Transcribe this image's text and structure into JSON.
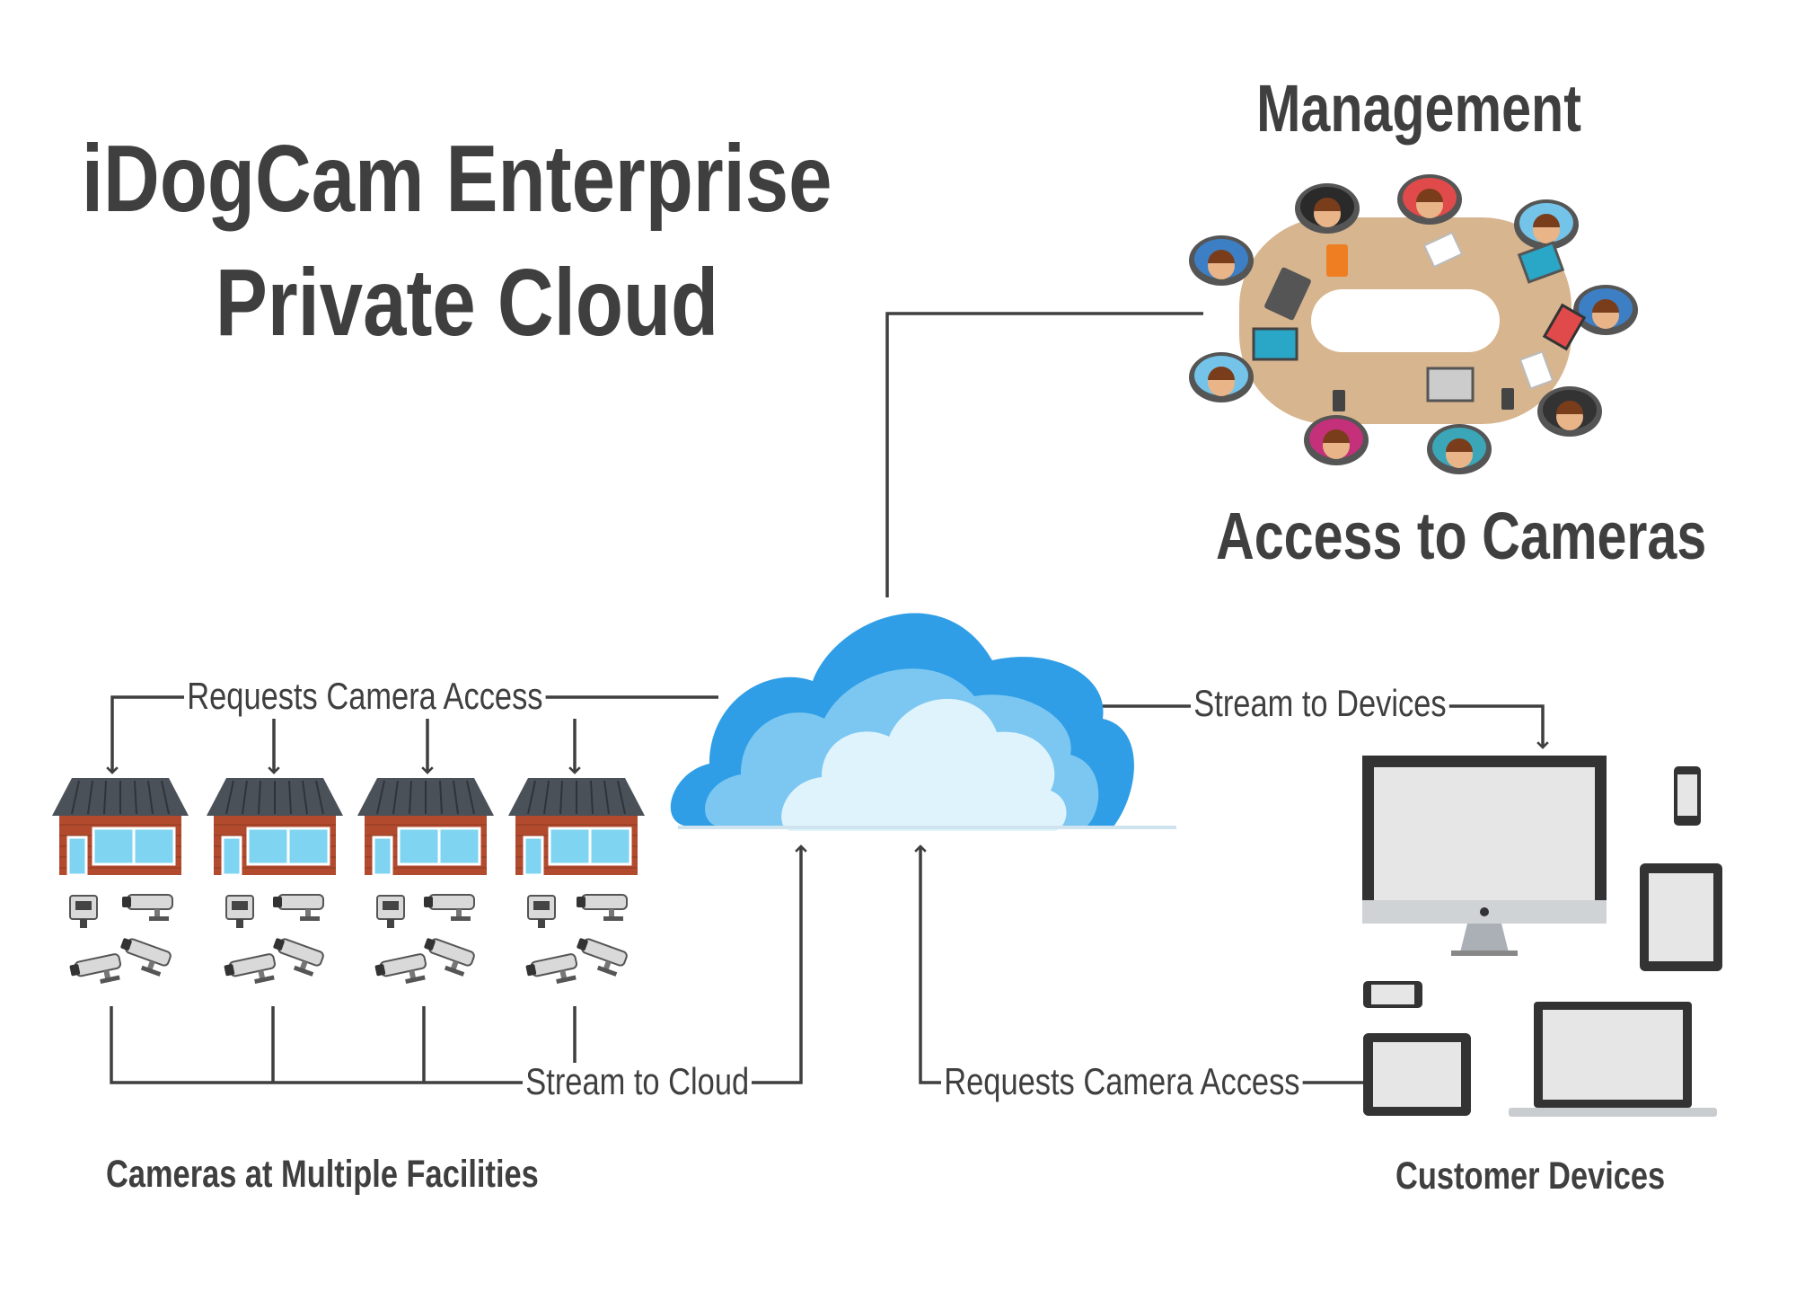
{
  "title": {
    "line1": "iDogCam Enterprise",
    "line2": "Private Cloud"
  },
  "management": {
    "heading": "Management",
    "subheading": "Access to Cameras"
  },
  "connectors": {
    "requests_camera_access_top": "Requests Camera Access",
    "stream_to_devices": "Stream to Devices",
    "stream_to_cloud": "Stream to Cloud",
    "requests_camera_access_bottom": "Requests Camera Access"
  },
  "captions": {
    "facilities": "Cameras at Multiple Facilities",
    "devices": "Customer Devices"
  },
  "icons": {
    "cloud": "cloud-icon",
    "meeting": "meeting-table-icon",
    "facility": "storefront-icon",
    "camera": "security-camera-icon",
    "monitor": "desktop-monitor-icon",
    "phone": "smartphone-icon",
    "tablet": "tablet-icon",
    "laptop": "laptop-icon"
  },
  "colors": {
    "text": "#3f3f3f",
    "line": "#3f3f3f",
    "cloud_outer": "#2f9ee6",
    "cloud_mid": "#7cc7f1",
    "cloud_inner": "#dff3fc",
    "brick": "#b24a2e",
    "roof": "#4a5158",
    "window": "#7fd4f2",
    "device_frame": "#333333",
    "device_screen": "#e6e6e6"
  }
}
